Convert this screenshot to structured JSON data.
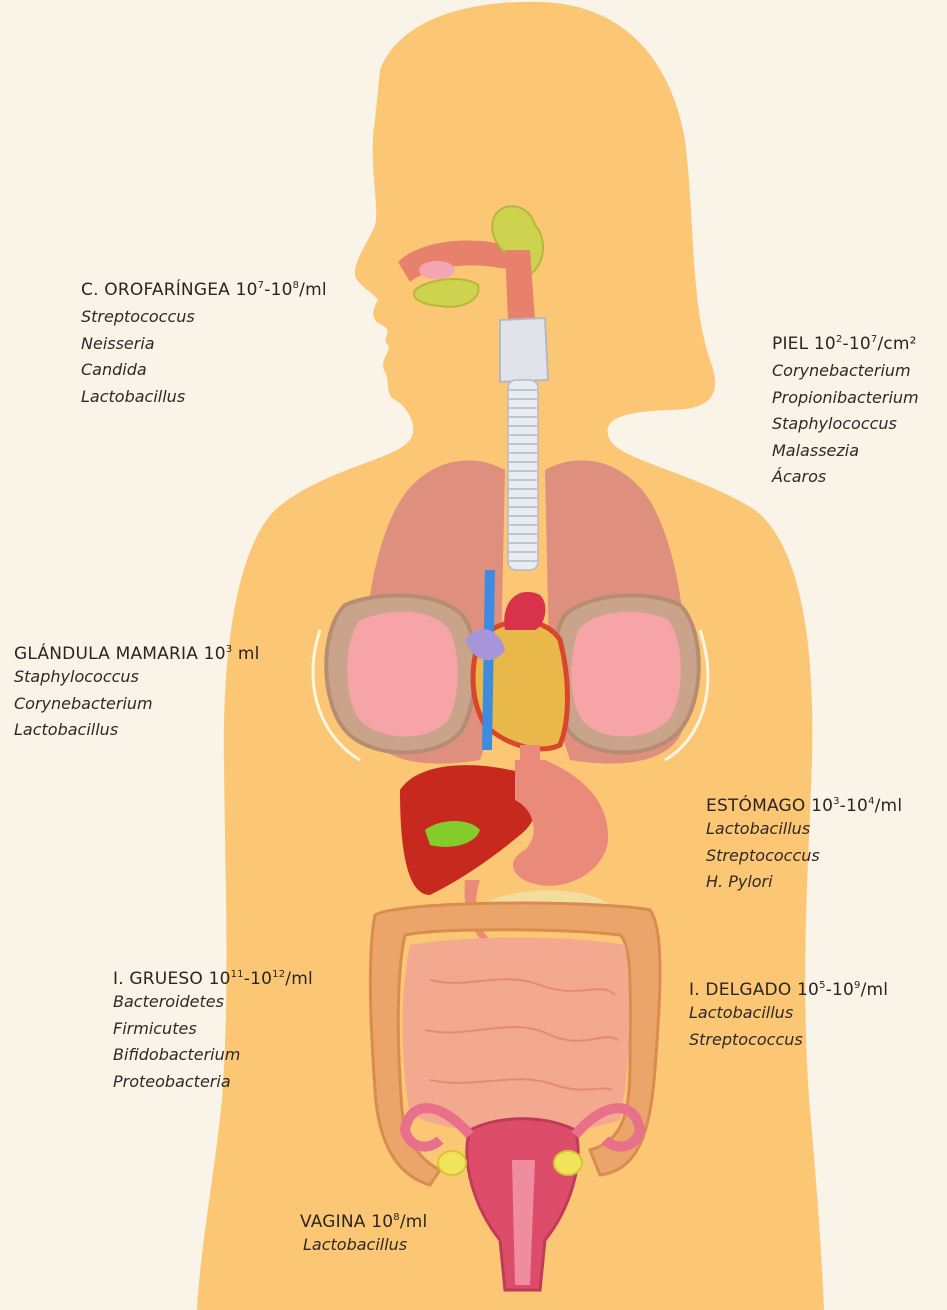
{
  "regions": [
    {
      "key": "orofaringea",
      "name": "C. OROFARÍNGEA",
      "base1": "10",
      "exp1": "7",
      "sep": "-",
      "base2": "10",
      "exp2": "8",
      "unit": "/ml",
      "organisms": [
        "Streptococcus",
        "Neisseria",
        "Candida",
        "Lactobacillus"
      ]
    },
    {
      "key": "piel",
      "name": "PIEL",
      "base1": "10",
      "exp1": "2",
      "sep": "-",
      "base2": "10",
      "exp2": "7",
      "unit": "/cm²",
      "organisms": [
        "Corynebacterium",
        "Propionibacterium",
        "Staphylococcus",
        "Malassezia",
        "Ácaros"
      ]
    },
    {
      "key": "mamaria",
      "name": "GLÁNDULA MAMARIA",
      "base1": "10",
      "exp1": "3",
      "sep": "",
      "base2": "",
      "exp2": "",
      "unit": " ml",
      "organisms": [
        "Staphylococcus",
        "Corynebacterium",
        "Lactobacillus"
      ]
    },
    {
      "key": "estomago",
      "name": "ESTÓMAGO",
      "base1": "10",
      "exp1": "3",
      "sep": "-",
      "base2": "10",
      "exp2": "4",
      "unit": "/ml",
      "organisms": [
        "Lactobacillus",
        "Streptococcus",
        "H. Pylori"
      ]
    },
    {
      "key": "grueso",
      "name": "I. GRUESO",
      "base1": "10",
      "exp1": "11",
      "sep": "-",
      "base2": "10",
      "exp2": "12",
      "unit": "/ml",
      "organisms": [
        "Bacteroidetes",
        "Firmicutes",
        "Bifidobacterium",
        "Proteobacteria"
      ]
    },
    {
      "key": "delgado",
      "name": "I. DELGADO",
      "base1": "10",
      "exp1": "5",
      "sep": "-",
      "base2": "10",
      "exp2": "9",
      "unit": "/ml",
      "organisms": [
        "Lactobacillus",
        "Streptococcus"
      ]
    },
    {
      "key": "vagina",
      "name": "VAGINA",
      "base1": "10",
      "exp1": "8",
      "sep": "",
      "base2": "",
      "exp2": "",
      "unit": "/ml",
      "organisms": [
        "Lactobacillus"
      ]
    }
  ],
  "colors": {
    "background": "#f9f3e8",
    "body": "#fcc775",
    "lung": "#df8f7e",
    "liver": "#c8291e",
    "colon": "#eba46a",
    "uterus": "#dd4d6a",
    "gallbladder": "#84cc2c"
  }
}
